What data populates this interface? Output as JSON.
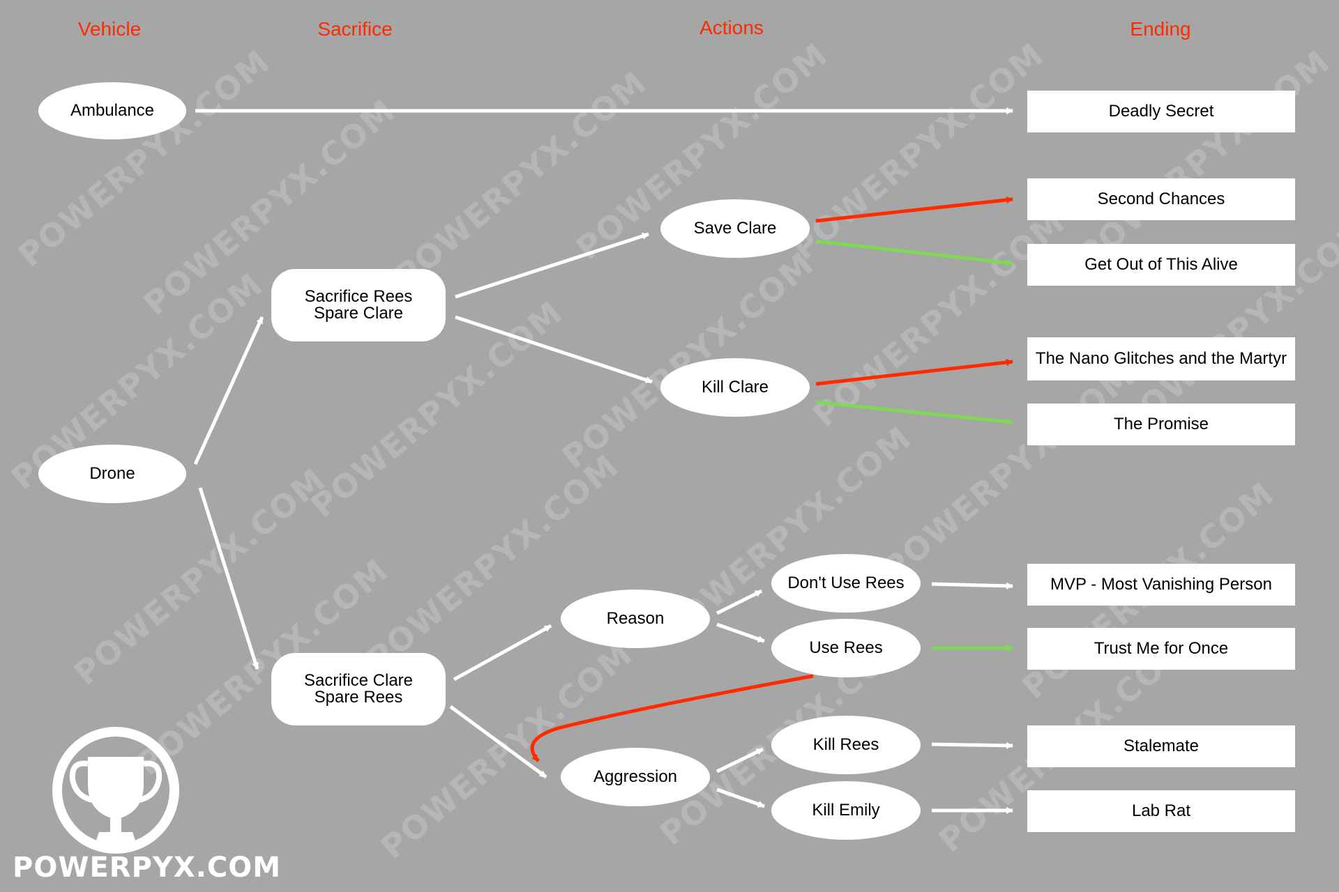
{
  "headers": {
    "vehicle": "Vehicle",
    "sacrifice": "Sacrifice",
    "actions": "Actions",
    "ending": "Ending"
  },
  "nodes": {
    "ambulance": "Ambulance",
    "drone": "Drone",
    "sacrifice_rees": "Sacrifice Rees\nSpare Clare",
    "sacrifice_clare": "Sacrifice Clare\nSpare Rees",
    "save_clare": "Save Clare",
    "kill_clare": "Kill Clare",
    "reason": "Reason",
    "aggression": "Aggression",
    "dont_use_rees": "Don't Use Rees",
    "use_rees": "Use Rees",
    "kill_rees": "Kill Rees",
    "kill_emily": "Kill Emily"
  },
  "endings": {
    "deadly_secret": "Deadly Secret",
    "second_chances": "Second Chances",
    "get_out_alive": "Get Out of This Alive",
    "nano_glitches": "The Nano Glitches and the Martyr",
    "the_promise": "The Promise",
    "mvp": "MVP - Most Vanishing Person",
    "trust_me": "Trust Me for Once",
    "stalemate": "Stalemate",
    "lab_rat": "Lab Rat"
  },
  "colors": {
    "background": "#a6a6a6",
    "header": "#ff2a00",
    "arrow_default": "#ffffff",
    "arrow_red": "#ff2a00",
    "arrow_green": "#7ed957"
  },
  "watermark": "POWERPYX.COM",
  "logo": {
    "text": "POWERPYX.COM",
    "icon": "trophy-icon"
  }
}
